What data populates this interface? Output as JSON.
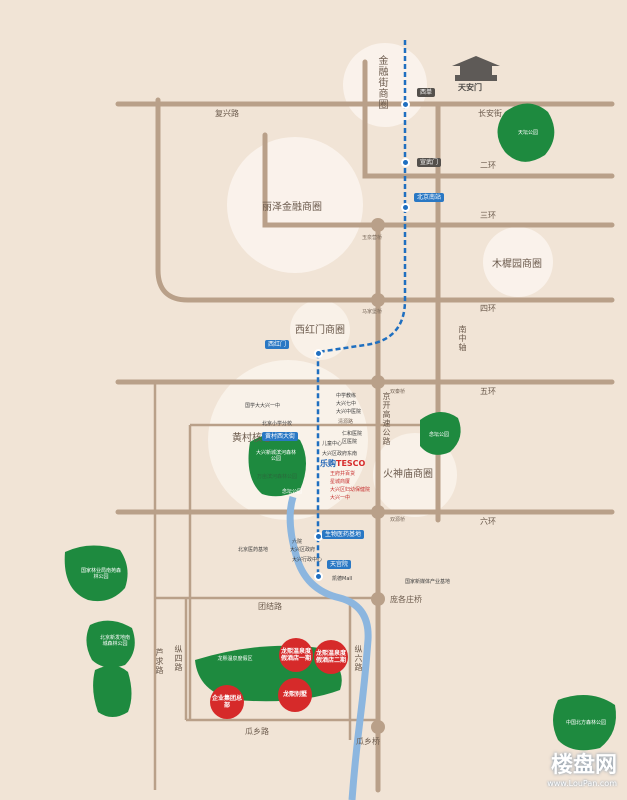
{
  "districts": {
    "jinrongjie": "金融街商圈",
    "lize": "丽泽金融商圈",
    "mushuyuan": "木樨园商圈",
    "xihongmen": "西红门商圈",
    "huangcun": "黄村核心",
    "huoshenmiao": "火神庙商圈"
  },
  "roads": {
    "fuxing": "复兴路",
    "changan": "长安街",
    "ring2": "二环",
    "ring3": "三环",
    "ring4": "四环",
    "ring5": "五环",
    "ring6": "六环",
    "nanzhongzhou": "南中轴",
    "jingkai": "京开高速公路",
    "qinghe": "清源路",
    "tuanjie": "团结路",
    "luqiu": "芦求路",
    "zongsi": "纵四路",
    "zongliu": "纵六路",
    "guaxiang": "瓜乡路"
  },
  "nodes": {
    "tiananmen": "天安门",
    "yuquanying": "玉泉营桥",
    "majiapu": "马家堡桥",
    "shuanghe": "双秦桥",
    "shuangyuan": "双源桥",
    "panggezhuang": "庞各庄桥",
    "guaxiangqiao": "瓜乡桥"
  },
  "stations": {
    "xidan": "西单",
    "xuanwumen": "宣武门",
    "beijingnan": "北京南站",
    "xihongmen": "西红门",
    "huangcunxidajie": "黄村西大街",
    "shengwuyiyao": "生物医药基地",
    "tiangongyuan": "天宫院"
  },
  "parks": {
    "tiantan": "天坛公园",
    "daxing": "大兴新城滨河森林公园",
    "wanshou": "万亩滨河森林公园",
    "lvhua": "念坛公园",
    "left1": "国家林业局南苑森林公园",
    "left2": "北京新发地南城森林公园",
    "zhongguo": "中国北方森林公园"
  },
  "pois": {
    "lishu": "国学大大兴一中",
    "xiaoxue": "北京小学分校",
    "xuexiao1": "中学教练",
    "xuexiao2": "大兴七中",
    "xuexiao3": "大兴中医院",
    "renhe": "仁和医院",
    "rongxi": "区医院",
    "wangfu": "王府井百货",
    "xingcheng": "星城商厦",
    "baojianyuan": "大兴区妇幼保健院",
    "yizhong": "大兴一中",
    "ertong": "儿童中心",
    "dushi": "大兴区政府",
    "tingyin": "凯德Mall",
    "shengwu": "北京医药基地",
    "hanziyuan": "国家新媒体产业基地",
    "xingzheng": "大兴行政中心",
    "yisheng": "六院",
    "tesco_prefix": "乐购",
    "tesco_brand": "TESCO",
    "tesco_sub": "大兴区政府东南",
    "riverlabel": "念坛公园"
  },
  "hotels": {
    "h1": "龙熙温泉度假酒店一期",
    "h2": "龙熙温泉度假酒店二期",
    "h3": "龙熙别墅",
    "h4": "企业集团总部"
  },
  "project": {
    "green_label": "龙熙温泉度假区"
  },
  "logo": {
    "main": "楼盘网",
    "sub": "www.LouPan.com"
  },
  "colors": {
    "background": "#f1e4d6",
    "road": "#b9a089",
    "metro": "#1f6fc0",
    "park": "#1e8a3f",
    "river": "#8cb6df",
    "hotel": "#d62a2a"
  }
}
